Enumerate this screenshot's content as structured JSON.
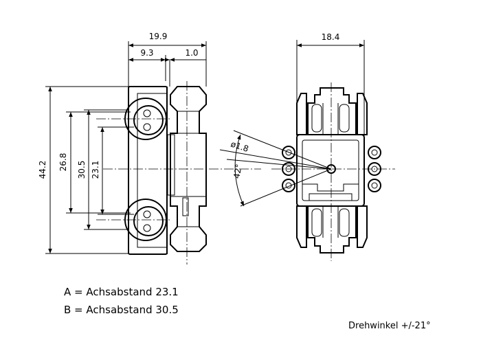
{
  "dimensions": {
    "width_total": "19.9",
    "width_left": "9.3",
    "width_right": "1.0",
    "height_total": "44.2",
    "height_26_8": "26.8",
    "height_30_5": "30.5",
    "height_23_1": "23.1",
    "width_side": "18.4",
    "hole_diameter": "ø1.8",
    "angle": "42°"
  },
  "legend": {
    "line_a": "A = Achsabstand 23.1",
    "line_b": "B = Achsabstand 30.5"
  },
  "note": "Drehwinkel +/-21°"
}
